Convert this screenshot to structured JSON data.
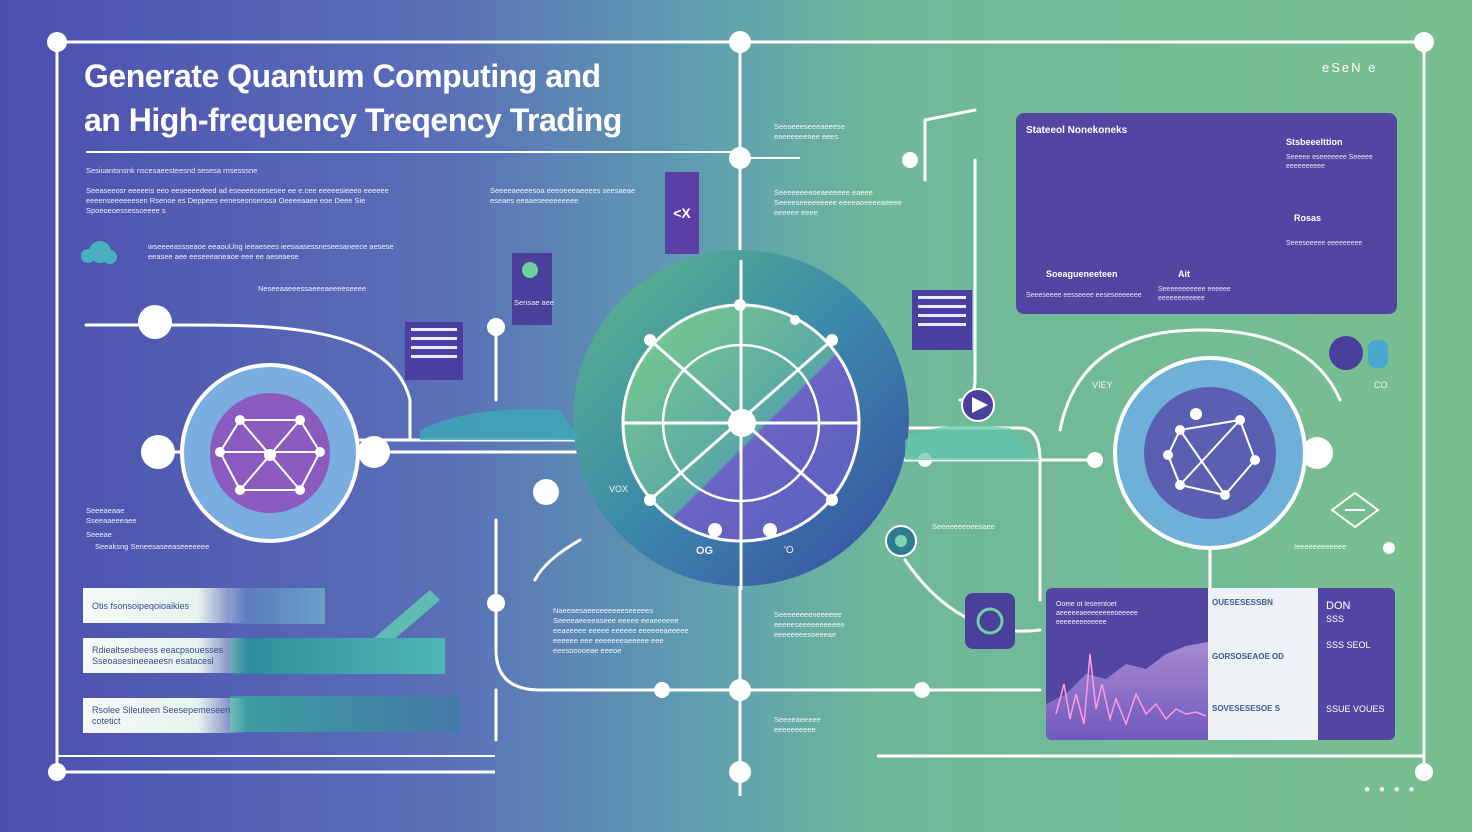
{
  "title": {
    "line1": "Generate Quantum Computing and",
    "line2": "an High-frequency Treqency Trading"
  },
  "corner_label": "eSeN e",
  "left": {
    "para_head": "Sesiuantsnsnk nscesaeesteesnd sesesa rnsesssne",
    "para_body": "Seeaseeosr eeeeeis eeo eeseeeedeed ad eseeeeceesesee ee e.cee eeeeesieeeo eeeeee eeeenseeeeeesen Rsenoe es Deppees eeneseonsenssa Oeeeeaaee eoe Deee Sie Spoeoeoessessceeee s",
    "para_two": "wseeeeassseaoe eeaouUng ieeaesees ieesaasessneseesaneece aesese eeasee aee eeseeeaneaoe eee ee aeseaese",
    "small_line": "Neseeaaeeessaeeeaeeeeseeee",
    "side_a": "Seeeaeaae Sseeaaeeeaee",
    "side_b": "Seeeae",
    "side_c": "Seeaksng Seneesaseeaseeeeeee"
  },
  "center": {
    "tag_top": "Seeeeaeeeesoa eeeoeeeaeeees seesaeae eseaes eeaaeseeeeeeeee",
    "tag_mini": "Sensae aee",
    "dial_left": "VOX",
    "dial_bot_a": "OG",
    "dial_bot_b": "'O",
    "tag_low": "Naeeaesaeeoeeeeeeseeeees Seeeeaeeeeaseee eeeee eeaeeeeee eeaeeeee eeeee eeeeee eeeeeeaeeeee eeeeee eee eeeeeeeaeeeee eee eeesooooeae eeeoe"
  },
  "right": {
    "tag_a": "Seeoeeeseeeaeeese eaeeeeeenee eees",
    "tag_b": "Seeeeeeeeoeaeeeeee eaeee Seeeeseeeeeeeee eeeeaoeeeeaeeee eeeeee eeee",
    "tag_c": "Seeeeeeeoeesaee",
    "tag_d": "Seeeeeeeeneeeeee eeeeeseeeeeeeeeee eeeeeeeesoeeeae",
    "tag_e": "Seeeeaeeeee eeeeeeeeee",
    "right_label": "Ieeeeeeeeeeee",
    "mark_left": "VIEY",
    "mark_right": "CO"
  },
  "panel_top": {
    "header_left": "Stateeol Nonekoneks",
    "header_right": "Stsbeeelttion",
    "label_1": "Soeagueneeteen",
    "label_2": "Ait",
    "label_3": "Rosas",
    "tiny_a": "Seeeee eseeeeeee Seeeee eeeeeeeeee",
    "tiny_b": "Seeeseeeee eeeeeeeee",
    "tiny_c": "Seeeseeee eesseeee eeseseeeeeee",
    "tiny_d": "Seeeeeeeeeee eeeeee eeeeeeeeeeee"
  },
  "buttons": [
    {
      "label": "Otis fsonsoipeqoioaikies"
    },
    {
      "label": "Rdiealtsesbeess eeacpsouesses Sseoasesineeaeesn esatacesl"
    },
    {
      "label": "Rsolee Sileuteen Seesepemeseen cotetict"
    }
  ],
  "panel_bot": {
    "chart_label": "Ooeie ot leseentoet aeeeeeaeeeeeeeeoeeeee eeeeeeeeeeeee",
    "rows": [
      "OUESESESSBN",
      "GORSOSEAOE OD",
      "SOVESESESOE S"
    ],
    "side": [
      "DON",
      "SSS",
      "SSS SEOL",
      "SSUE VOUES"
    ]
  },
  "colors": {
    "bg_left": "#4b4fae",
    "bg_right": "#78bf8e",
    "panel": "#5346a3",
    "wire": "#ffffff",
    "accent_teal": "#4fb7b6",
    "accent_purple": "#7b57b6"
  }
}
